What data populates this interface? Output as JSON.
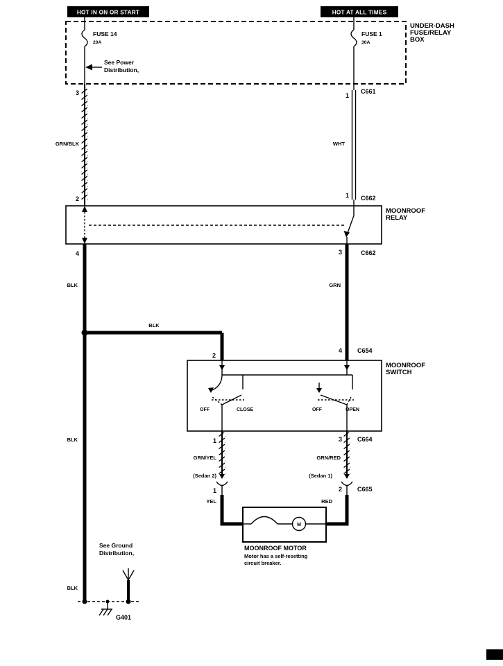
{
  "colors": {
    "ink": "#000000",
    "paper": "#ffffff"
  },
  "banners": {
    "left": "HOT IN ON OR START",
    "right": "HOT AT ALL TIMES"
  },
  "fuse_box": {
    "title1": "UNDER-DASH",
    "title2": "FUSE/RELAY",
    "title3": "BOX",
    "fuse14_name": "FUSE 14",
    "fuse14_rating": "20A",
    "fuse1_name": "FUSE 1",
    "fuse1_rating": "30A",
    "see_power1": "See Power",
    "see_power2": "Distribution,"
  },
  "pins": {
    "fuse14_out": "3",
    "fuse1_out": "1",
    "relay_in_left": "2",
    "relay_in_right": "1",
    "relay_out_left": "4",
    "relay_out_right": "3",
    "switch_in_left": "2",
    "switch_in_right": "4",
    "switch_out_left": "1",
    "switch_out_right": "3",
    "harness_left": "1",
    "harness_right": "2"
  },
  "connectors": {
    "c661": "C661",
    "c662_top": "C662",
    "c662_bottom": "C662",
    "c654": "C654",
    "c664": "C664",
    "c665": "C665"
  },
  "wires": {
    "grn_blk": "GRN/BLK",
    "wht": "WHT",
    "blk1": "BLK",
    "grn": "GRN",
    "blk_branch": "BLK",
    "blk2": "BLK",
    "blk3": "BLK",
    "grn_yel": "GRN/YEL",
    "grn_red": "GRN/RED",
    "yel": "YEL",
    "red": "RED"
  },
  "relay": {
    "title1": "MOONROOF",
    "title2": "RELAY"
  },
  "switch": {
    "title1": "MOONROOF",
    "title2": "SWITCH",
    "off_left": "OFF",
    "close": "CLOSE",
    "off_right": "OFF",
    "open": "OPEN",
    "sedan2": "(Sedan 2)",
    "sedan1": "(Sedan 1)"
  },
  "motor": {
    "symbol": "M",
    "title": "MOONROOF MOTOR",
    "note1": "Motor has a self-resetting",
    "note2": "circuit breaker."
  },
  "ground": {
    "see1": "See Ground",
    "see2": "Distribution,",
    "label": "G401"
  }
}
